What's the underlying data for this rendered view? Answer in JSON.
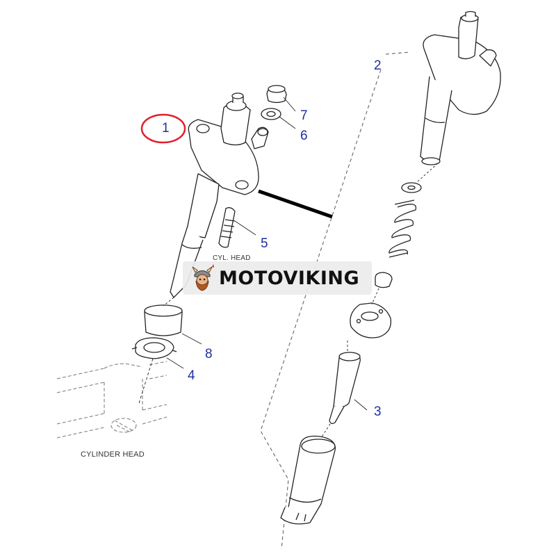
{
  "parts": [
    {
      "id": "part-1",
      "label": "1"
    },
    {
      "id": "part-2",
      "label": "2"
    },
    {
      "id": "part-3",
      "label": "3"
    },
    {
      "id": "part-4",
      "label": "4"
    },
    {
      "id": "part-5",
      "label": "5"
    },
    {
      "id": "part-6",
      "label": "6"
    },
    {
      "id": "part-7",
      "label": "7"
    },
    {
      "id": "part-8",
      "label": "8"
    }
  ],
  "labels": {
    "cylinder_head": "CYLINDER HEAD",
    "cyl_head_partial": "CYL. HEAD"
  },
  "watermark": {
    "text": "MOTOVIKING",
    "logo_icon": "viking-mascot-icon"
  },
  "colors": {
    "part_number": "#1f2fa0",
    "highlight_circle": "#e0202a",
    "line_art": "#222222"
  }
}
